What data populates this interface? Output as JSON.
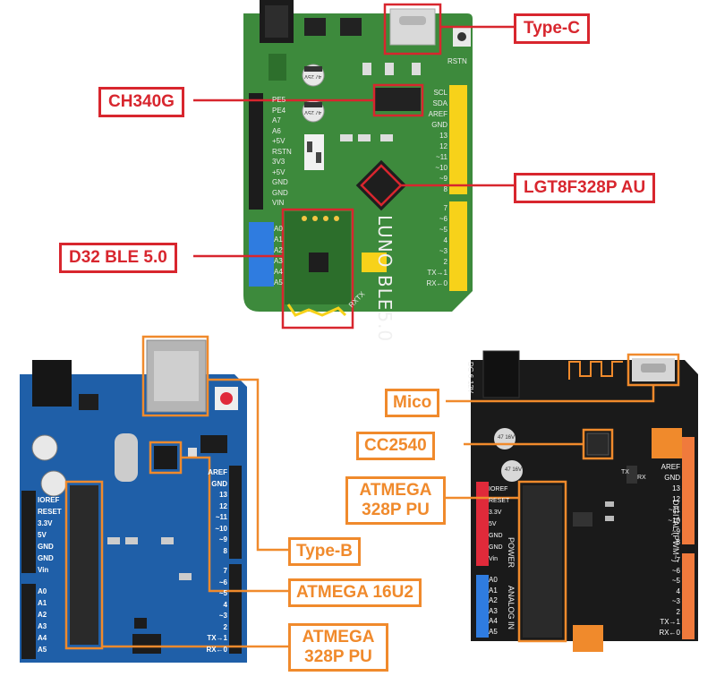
{
  "labels": {
    "typec": "Type-C",
    "ch340g": "CH340G",
    "lgt": "LGT8F328P AU",
    "d32": "D32 BLE 5.0",
    "typeb": "Type-B",
    "atmega16u2": "ATMEGA 16U2",
    "atmega328_blue_l1": "ATMEGA",
    "atmega328_blue_l2": "328P PU",
    "mico": "Mico",
    "cc2540": "CC2540",
    "atmega328_black_l1": "ATMEGA",
    "atmega328_black_l2": "328P PU"
  },
  "green_board": {
    "silk_title": "LUNO BLE5.0",
    "rstn": "RSTN",
    "rxtx": "RXTX",
    "cap1": "47 25V",
    "cap2": "47 25V",
    "left_pins": [
      "PE5",
      "PE4",
      "A7",
      "A6",
      "+5V",
      "RSTN",
      "3V3",
      "+5V",
      "GND",
      "GND",
      "VIN"
    ],
    "analog_pins": [
      "A0",
      "A1",
      "A2",
      "A3",
      "A4",
      "A5"
    ],
    "right_top_pins": [
      "SCL",
      "SDA",
      "AREF",
      "GND",
      "13",
      "12",
      "~11",
      "~10",
      "~9",
      "8"
    ],
    "right_bottom_pins": [
      "7",
      "~6",
      "~5",
      "4",
      "~3",
      "2",
      "TX→1",
      "RX←0"
    ]
  },
  "blue_board": {
    "power_pins": [
      "IOREF",
      "RESET",
      "3.3V",
      "5V",
      "GND",
      "GND",
      "Vin"
    ],
    "analog_pins": [
      "A0",
      "A1",
      "A2",
      "A3",
      "A4",
      "A5"
    ],
    "right_top_pins": [
      "AREF",
      "GND",
      "13",
      "12",
      "~11",
      "~10",
      "~9",
      "8"
    ],
    "right_bottom_pins": [
      "7",
      "~6",
      "~5",
      "4",
      "~3",
      "2",
      "TX→1",
      "RX←0"
    ]
  },
  "black_board": {
    "dc_label": "DC 6-12V",
    "digital_label": "DIGITAL (PWM~)",
    "power_label": "POWER",
    "analog_label": "ANALOG IN",
    "power_pins": [
      "IOREF",
      "RESET",
      "3.3V",
      "5V",
      "GND",
      "GND",
      "Vin"
    ],
    "analog_pins": [
      "A0",
      "A1",
      "A2",
      "A3",
      "A4",
      "A5"
    ],
    "right_top_pins": [
      "AREF",
      "GND",
      "13",
      "12",
      "~11",
      "~10",
      "~9",
      "8"
    ],
    "right_bottom_pins": [
      "7",
      "~6",
      "~5",
      "4",
      "~3",
      "2",
      "TX→1",
      "RX←0"
    ],
    "cap1": "47 16V",
    "cap2": "47 16V",
    "tx": "TX",
    "rx": "RX"
  },
  "colors": {
    "red": "#d8262e",
    "orange": "#f08a2c",
    "green_pcb": "#3d8a3c",
    "blue_pcb": "#1f5fa8",
    "black_pcb": "#1a1a1a",
    "yellow_header": "#f7d21a",
    "blue_header": "#2f7ce0",
    "orange_header": "#f07a3c",
    "red_header": "#e02a3a"
  }
}
